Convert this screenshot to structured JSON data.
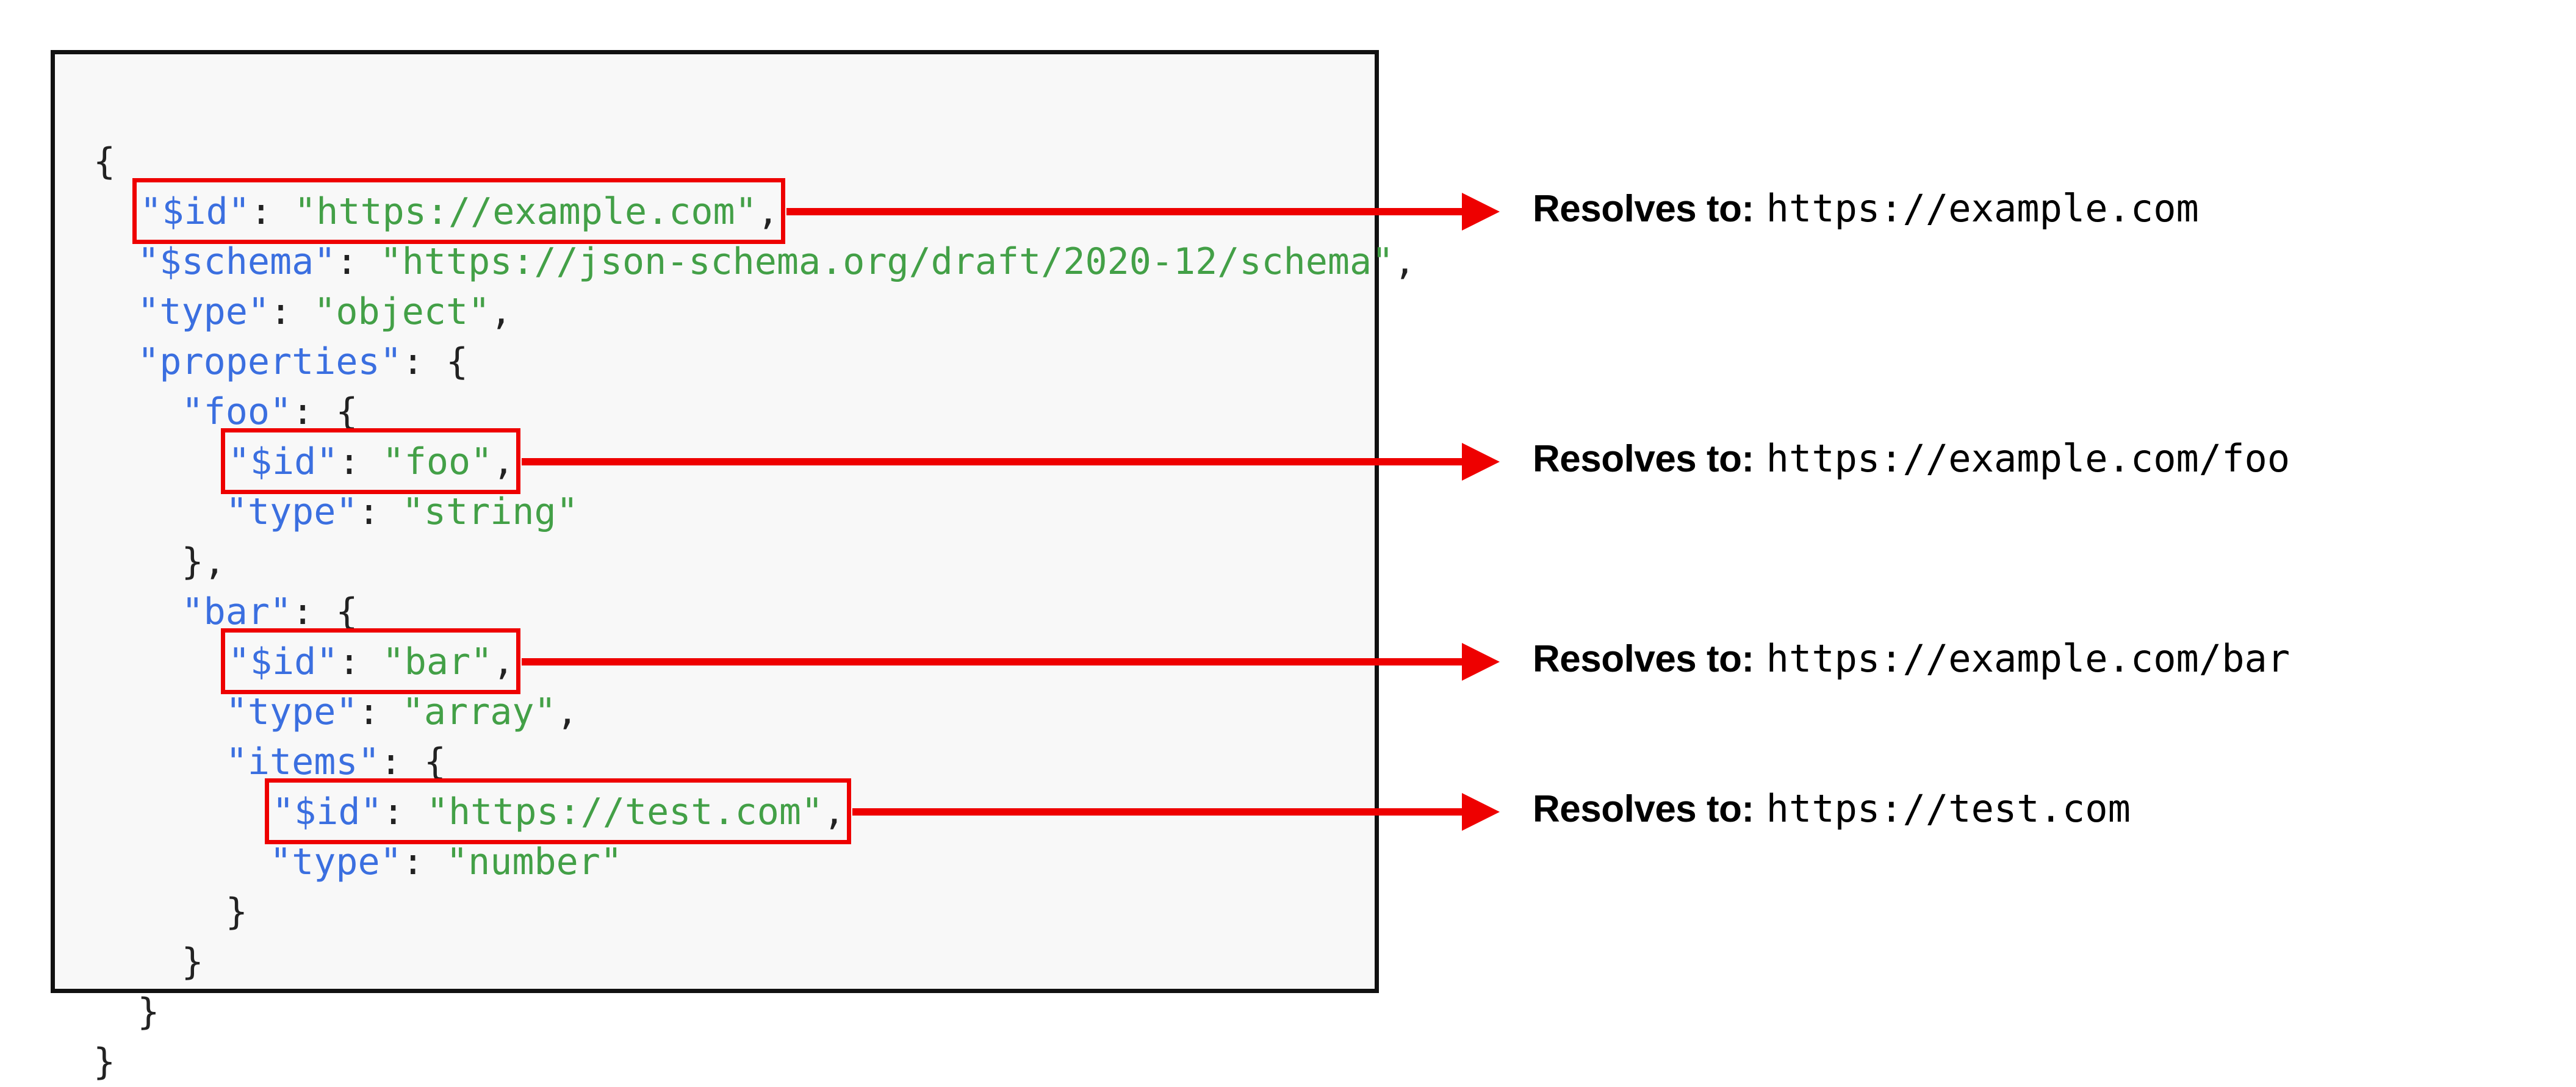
{
  "code_panel": {
    "language": "json",
    "background_color": "#f8f8f8",
    "border_color": "#111111",
    "key_color": "#3b6fe0",
    "string_color": "#43a047",
    "punctuation_color": "#222222",
    "lines": [
      {
        "indent": 0,
        "parts": [
          {
            "t": "punc",
            "v": "{"
          }
        ]
      },
      {
        "indent": 1,
        "highlight": true,
        "parts": [
          {
            "t": "key",
            "v": "\"$id\""
          },
          {
            "t": "punc",
            "v": ": "
          },
          {
            "t": "str",
            "v": "\"https://example.com\""
          },
          {
            "t": "punc",
            "v": ","
          }
        ]
      },
      {
        "indent": 1,
        "parts": [
          {
            "t": "key",
            "v": "\"$schema\""
          },
          {
            "t": "punc",
            "v": ": "
          },
          {
            "t": "str",
            "v": "\"https://json-schema.org/draft/2020-12/schema\""
          },
          {
            "t": "punc",
            "v": ","
          }
        ]
      },
      {
        "indent": 1,
        "parts": [
          {
            "t": "key",
            "v": "\"type\""
          },
          {
            "t": "punc",
            "v": ": "
          },
          {
            "t": "str",
            "v": "\"object\""
          },
          {
            "t": "punc",
            "v": ","
          }
        ]
      },
      {
        "indent": 1,
        "parts": [
          {
            "t": "key",
            "v": "\"properties\""
          },
          {
            "t": "punc",
            "v": ": {"
          }
        ]
      },
      {
        "indent": 2,
        "parts": [
          {
            "t": "key",
            "v": "\"foo\""
          },
          {
            "t": "punc",
            "v": ": {"
          }
        ]
      },
      {
        "indent": 3,
        "highlight": true,
        "parts": [
          {
            "t": "key",
            "v": "\"$id\""
          },
          {
            "t": "punc",
            "v": ": "
          },
          {
            "t": "str",
            "v": "\"foo\""
          },
          {
            "t": "punc",
            "v": ","
          }
        ]
      },
      {
        "indent": 3,
        "parts": [
          {
            "t": "key",
            "v": "\"type\""
          },
          {
            "t": "punc",
            "v": ": "
          },
          {
            "t": "str",
            "v": "\"string\""
          }
        ]
      },
      {
        "indent": 2,
        "parts": [
          {
            "t": "punc",
            "v": "},"
          }
        ]
      },
      {
        "indent": 2,
        "parts": [
          {
            "t": "key",
            "v": "\"bar\""
          },
          {
            "t": "punc",
            "v": ": {"
          }
        ]
      },
      {
        "indent": 3,
        "highlight": true,
        "parts": [
          {
            "t": "key",
            "v": "\"$id\""
          },
          {
            "t": "punc",
            "v": ": "
          },
          {
            "t": "str",
            "v": "\"bar\""
          },
          {
            "t": "punc",
            "v": ","
          }
        ]
      },
      {
        "indent": 3,
        "parts": [
          {
            "t": "key",
            "v": "\"type\""
          },
          {
            "t": "punc",
            "v": ": "
          },
          {
            "t": "str",
            "v": "\"array\""
          },
          {
            "t": "punc",
            "v": ","
          }
        ]
      },
      {
        "indent": 3,
        "parts": [
          {
            "t": "key",
            "v": "\"items\""
          },
          {
            "t": "punc",
            "v": ": {"
          }
        ]
      },
      {
        "indent": 4,
        "highlight": true,
        "parts": [
          {
            "t": "key",
            "v": "\"$id\""
          },
          {
            "t": "punc",
            "v": ": "
          },
          {
            "t": "str",
            "v": "\"https://test.com\""
          },
          {
            "t": "punc",
            "v": ","
          }
        ]
      },
      {
        "indent": 4,
        "parts": [
          {
            "t": "key",
            "v": "\"type\""
          },
          {
            "t": "punc",
            "v": ": "
          },
          {
            "t": "str",
            "v": "\"number\""
          }
        ]
      },
      {
        "indent": 3,
        "parts": [
          {
            "t": "punc",
            "v": "}"
          }
        ]
      },
      {
        "indent": 2,
        "parts": [
          {
            "t": "punc",
            "v": "}"
          }
        ]
      },
      {
        "indent": 1,
        "parts": [
          {
            "t": "punc",
            "v": "}"
          }
        ]
      },
      {
        "indent": 0,
        "parts": [
          {
            "t": "punc",
            "v": "}"
          }
        ]
      }
    ]
  },
  "annotations": {
    "arrow_color": "#ee0000",
    "items": [
      {
        "label": "Resolves to:",
        "url": "https://example.com"
      },
      {
        "label": "Resolves to:",
        "url": "https://example.com/foo"
      },
      {
        "label": "Resolves to:",
        "url": "https://example.com/bar"
      },
      {
        "label": "Resolves to:",
        "url": "https://test.com"
      }
    ]
  }
}
